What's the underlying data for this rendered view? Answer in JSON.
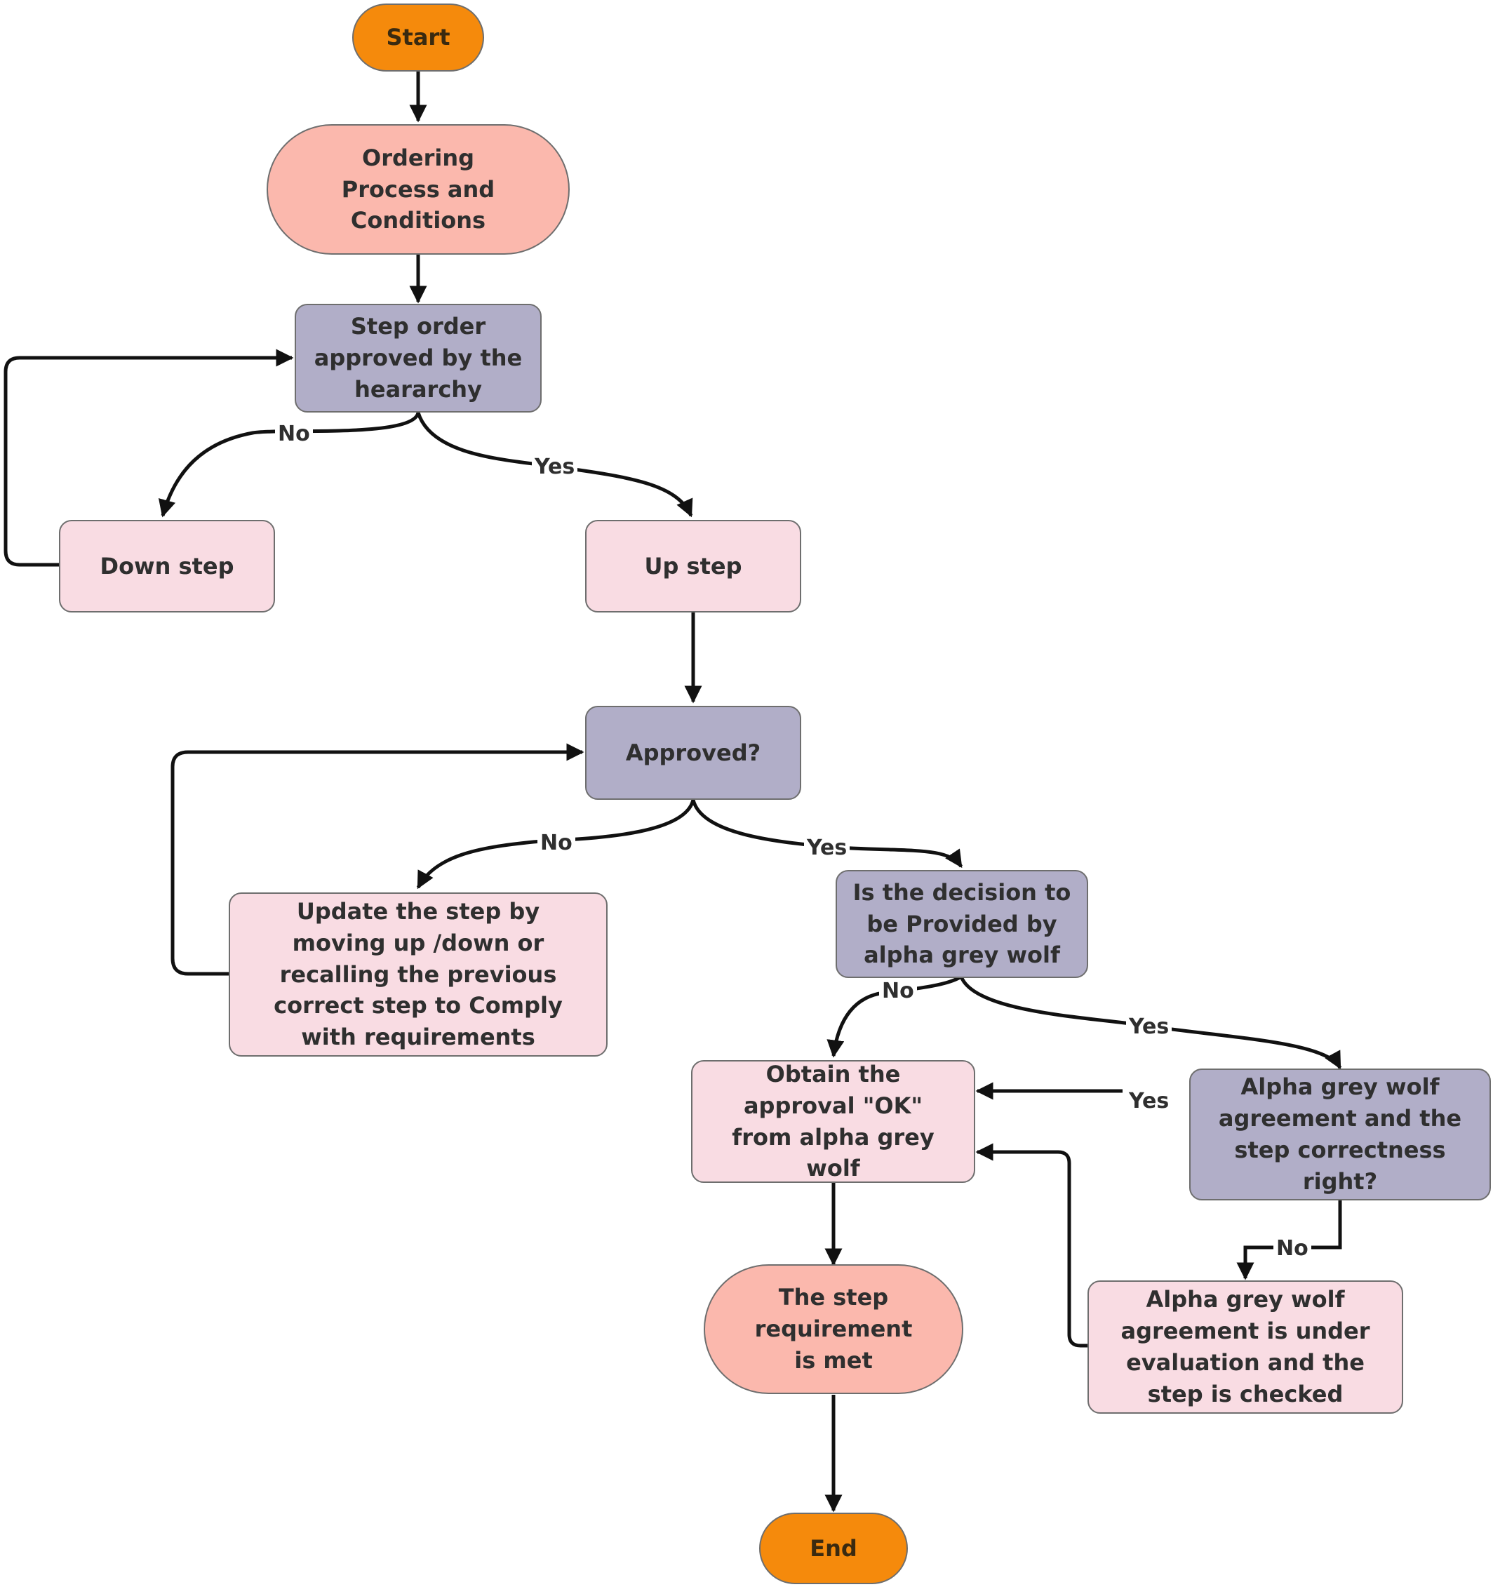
{
  "nodes": {
    "start": "Start",
    "ordering": "Ordering\nProcess and\nConditions",
    "step_order": "Step order\napproved by the\nheararchy",
    "down_step": "Down step",
    "up_step": "Up step",
    "approved": "Approved?",
    "update_step": "Update the step by\nmoving up /down or\nrecalling the previous\ncorrect step to Comply\nwith requirements",
    "decision_alpha": "Is the decision to\nbe Provided by\nalpha  grey wolf",
    "obtain_ok": "Obtain  the\napproval \"OK\"\nfrom  alpha grey\nwolf",
    "alpha_agreement": "Alpha grey wolf\nagreement and the\nstep correctness\nright?",
    "requirement_met": "The step\nrequirement\nis met",
    "under_evaluation": "Alpha grey wolf\nagreement is under\nevaluation and  the\nstep  is checked",
    "end": "End"
  },
  "edge_labels": {
    "step_no": "No",
    "step_yes": "Yes",
    "approved_no": "No",
    "approved_yes": "Yes",
    "decision_no": "No",
    "decision_yes": "Yes",
    "agreement_yes": "Yes",
    "agreement_no": "No"
  },
  "colors": {
    "terminal": "#f58a0c",
    "oval": "#fbb8ad",
    "decision": "#b1aec8",
    "process": "#f9dce3"
  }
}
